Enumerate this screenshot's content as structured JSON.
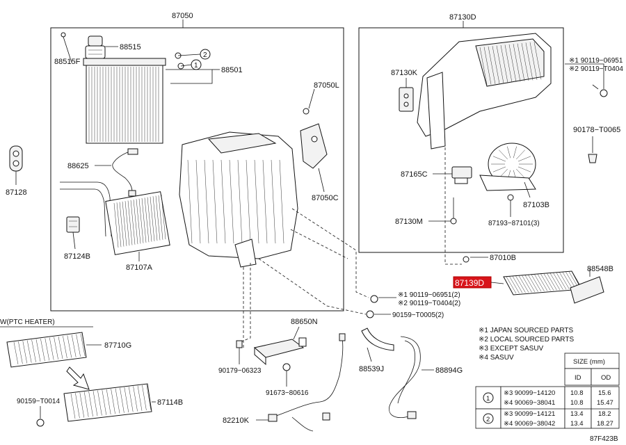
{
  "groups": {
    "left_assembly": "87050",
    "right_assembly": "87130D",
    "ptc_heater_header": "W(PTC HEATER)"
  },
  "callouts": {
    "p88515": "88515",
    "p88515F": "88515F",
    "p88501": "88501",
    "p87128": "87128",
    "p88625": "88625",
    "p87124B": "87124B",
    "p87107A": "87107A",
    "p87050L": "87050L",
    "p87050C": "87050C",
    "p87130K": "87130K",
    "p87165C": "87165C",
    "p87130M": "87130M",
    "p87103B": "87103B",
    "p87193": "87193−87101(3)",
    "p90178": "90178−T0065",
    "p90119_top_1": "※1 90119−06951",
    "p90119_top_2": "※2 90119−T0404",
    "p87010B": "87010B",
    "p88548B": "88548B",
    "p87139D": "87139D",
    "p90119_mid_1": "※1 90119−06951(2)",
    "p90119_mid_2": "※2 90119−T0404(2)",
    "p90159_T0005": "90159−T0005(2)",
    "p88650N": "88650N",
    "p90179": "90179−06323",
    "p91673": "91673−80616",
    "p82210K": "82210K",
    "p88539J": "88539J",
    "p88894G": "88894G",
    "p87710G": "87710G",
    "p87114B": "87114B",
    "p90159_T0014": "90159−T0014",
    "circle1": "1",
    "circle2": "2"
  },
  "notes": [
    "※1 JAPAN SOURCED PARTS",
    "※2 LOCAL SOURCED PARTS",
    "※3 EXCEPT SASUV",
    "※4 SASUV"
  ],
  "size_table": {
    "title": "SIZE (mm)",
    "col_id": "ID",
    "col_od": "OD",
    "rows": [
      {
        "ref": "1",
        "part": "※3 90099−14120",
        "id": "10.8",
        "od": "15.6"
      },
      {
        "ref": "",
        "part": "※4 90069−38041",
        "id": "10.8",
        "od": "15.47"
      },
      {
        "ref": "2",
        "part": "※3 90099−14121",
        "id": "13.4",
        "od": "18.2"
      },
      {
        "ref": "",
        "part": "※4 90069−38042",
        "id": "13.4",
        "od": "18.27"
      }
    ]
  },
  "figure_code": "87F423B",
  "colors": {
    "highlight": "#d8141a",
    "line": "#111111"
  }
}
